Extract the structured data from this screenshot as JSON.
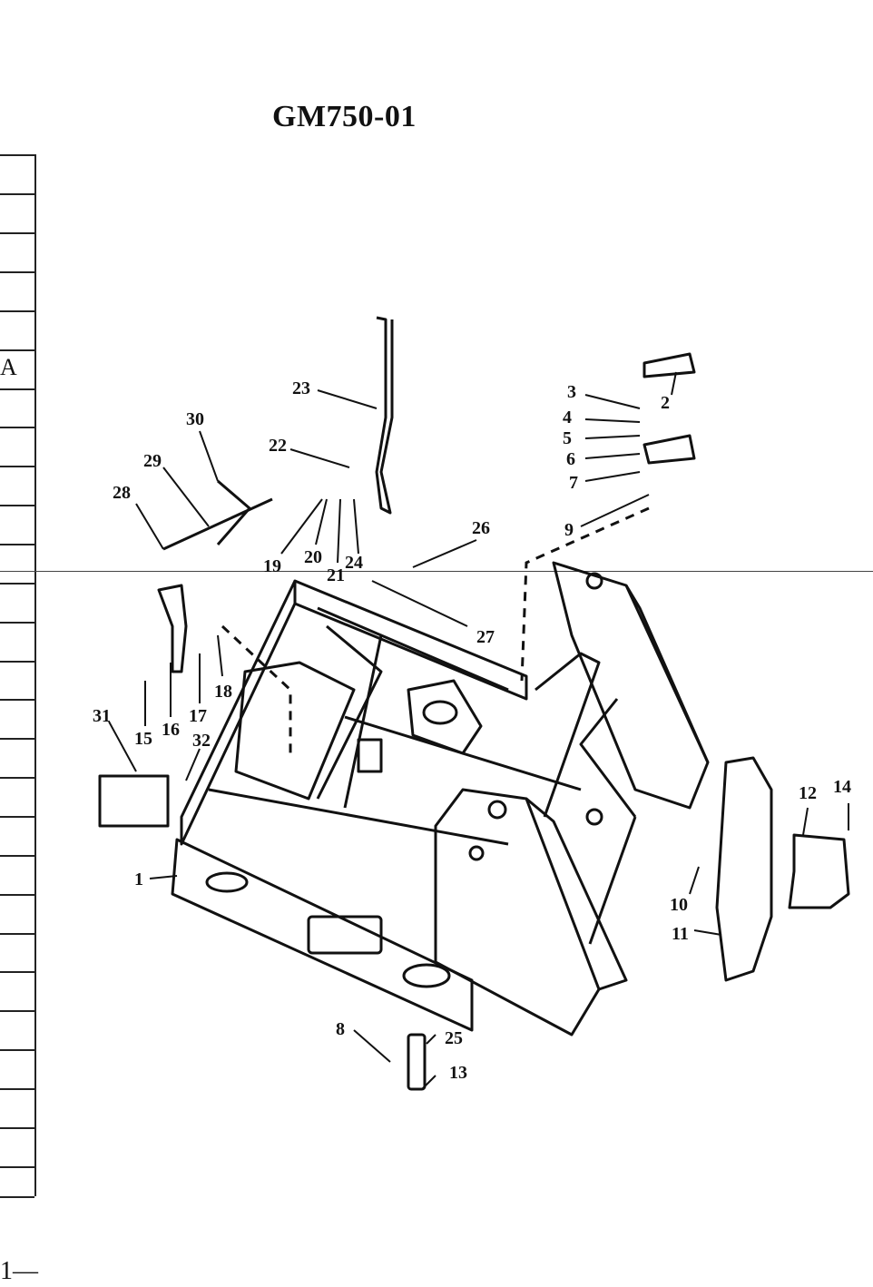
{
  "title": "GM750-01",
  "side_letter": "A",
  "footer": "1—",
  "callouts": [
    "1",
    "2",
    "3",
    "4",
    "5",
    "6",
    "7",
    "8",
    "9",
    "10",
    "11",
    "12",
    "13",
    "14",
    "15",
    "16",
    "17",
    "18",
    "19",
    "20",
    "21",
    "22",
    "23",
    "24",
    "25",
    "26",
    "27",
    "28",
    "29",
    "30",
    "31",
    "32"
  ]
}
